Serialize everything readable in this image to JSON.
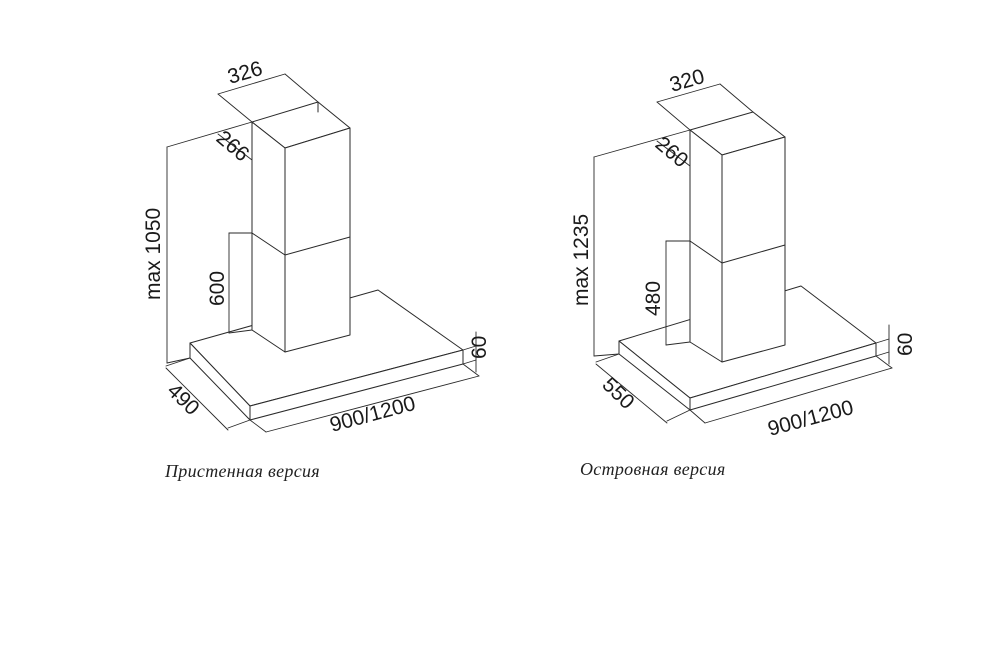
{
  "wall_version": {
    "caption": "Пристенная версия",
    "dimensions": {
      "chimney_width": "326",
      "chimney_depth": "266",
      "max_height": "max 1050",
      "lower_chimney": "600",
      "canopy_thickness": "60",
      "canopy_depth": "490",
      "canopy_width": "900/1200"
    }
  },
  "island_version": {
    "caption": "Островная версия",
    "dimensions": {
      "chimney_width": "320",
      "chimney_depth": "260",
      "max_height": "max 1235",
      "lower_chimney": "480",
      "canopy_thickness": "60",
      "canopy_depth": "550",
      "canopy_width": "900/1200"
    }
  }
}
